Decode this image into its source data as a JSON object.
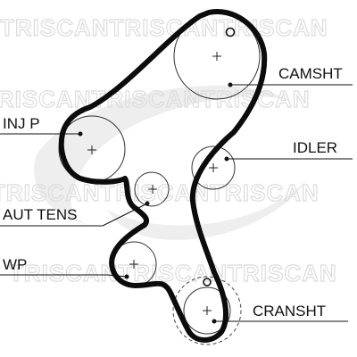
{
  "watermark": {
    "text": "TRISCANTRISCANTRISCAN"
  },
  "labels": {
    "camshaft": "CAMSHT",
    "injection_pump": "INJ P",
    "idler": "IDLER",
    "auto_tensioner": "AUT TENS",
    "water_pump": "WP",
    "crankshaft": "CRANSHT"
  }
}
